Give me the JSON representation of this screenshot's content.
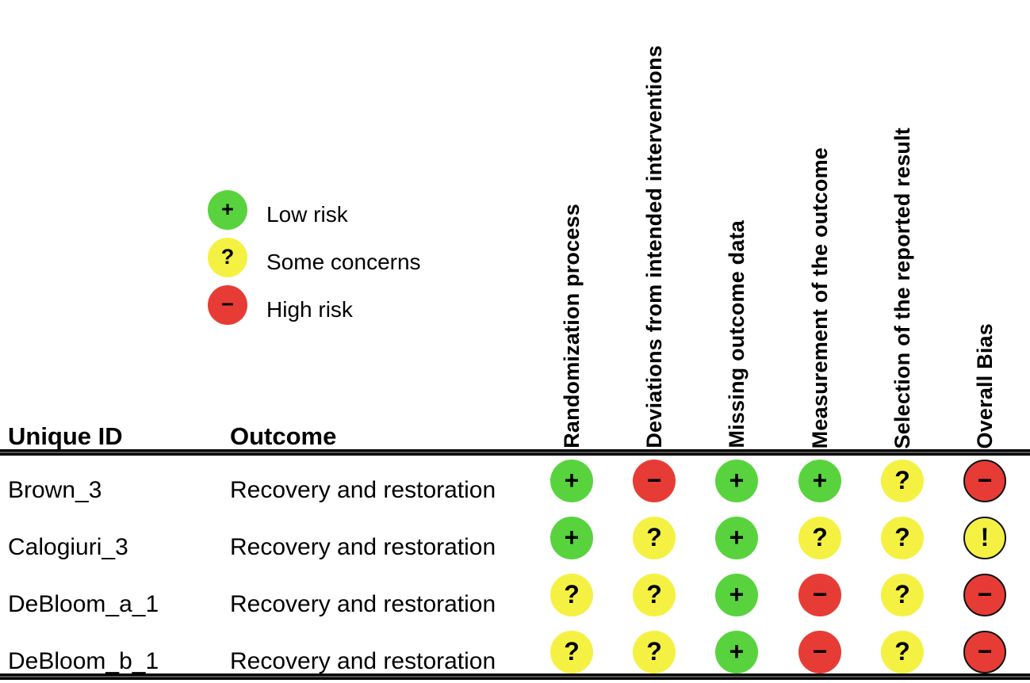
{
  "colors": {
    "low": "#58d33e",
    "some": "#f5f143",
    "high": "#e73c35"
  },
  "table_headers": {
    "id": "Unique ID",
    "outcome": "Outcome"
  },
  "chart_data": {
    "type": "heatmap",
    "subtype": "risk-of-bias-traffic-light-plot",
    "columns": [
      "Randomization process",
      "Deviations from intended interventions",
      "Missing outcome data",
      "Measurement of the outcome",
      "Selection of the reported result",
      "Overall Bias"
    ],
    "overall_column_outlined": true,
    "legend": [
      {
        "risk": "low",
        "symbol": "+",
        "label": "Low risk"
      },
      {
        "risk": "some",
        "symbol": "?",
        "label": "Some concerns"
      },
      {
        "risk": "high",
        "symbol": "−",
        "label": "High risk"
      }
    ],
    "rows": [
      {
        "id": "Brown_3",
        "outcome": "Recovery and restoration",
        "judgments": [
          "low",
          "high",
          "low",
          "low",
          "some",
          "high"
        ],
        "symbols": [
          "+",
          "−",
          "+",
          "+",
          "?",
          "−"
        ]
      },
      {
        "id": "Calogiuri_3",
        "outcome": "Recovery and restoration",
        "judgments": [
          "low",
          "some",
          "low",
          "some",
          "some",
          "some"
        ],
        "symbols": [
          "+",
          "?",
          "+",
          "?",
          "?",
          "!"
        ]
      },
      {
        "id": "DeBloom_a_1",
        "outcome": "Recovery and restoration",
        "judgments": [
          "some",
          "some",
          "low",
          "high",
          "some",
          "high"
        ],
        "symbols": [
          "?",
          "?",
          "+",
          "−",
          "?",
          "−"
        ]
      },
      {
        "id": "DeBloom_b_1",
        "outcome": "Recovery and restoration",
        "judgments": [
          "some",
          "some",
          "low",
          "high",
          "some",
          "high"
        ],
        "symbols": [
          "?",
          "?",
          "+",
          "−",
          "?",
          "−"
        ]
      }
    ]
  }
}
